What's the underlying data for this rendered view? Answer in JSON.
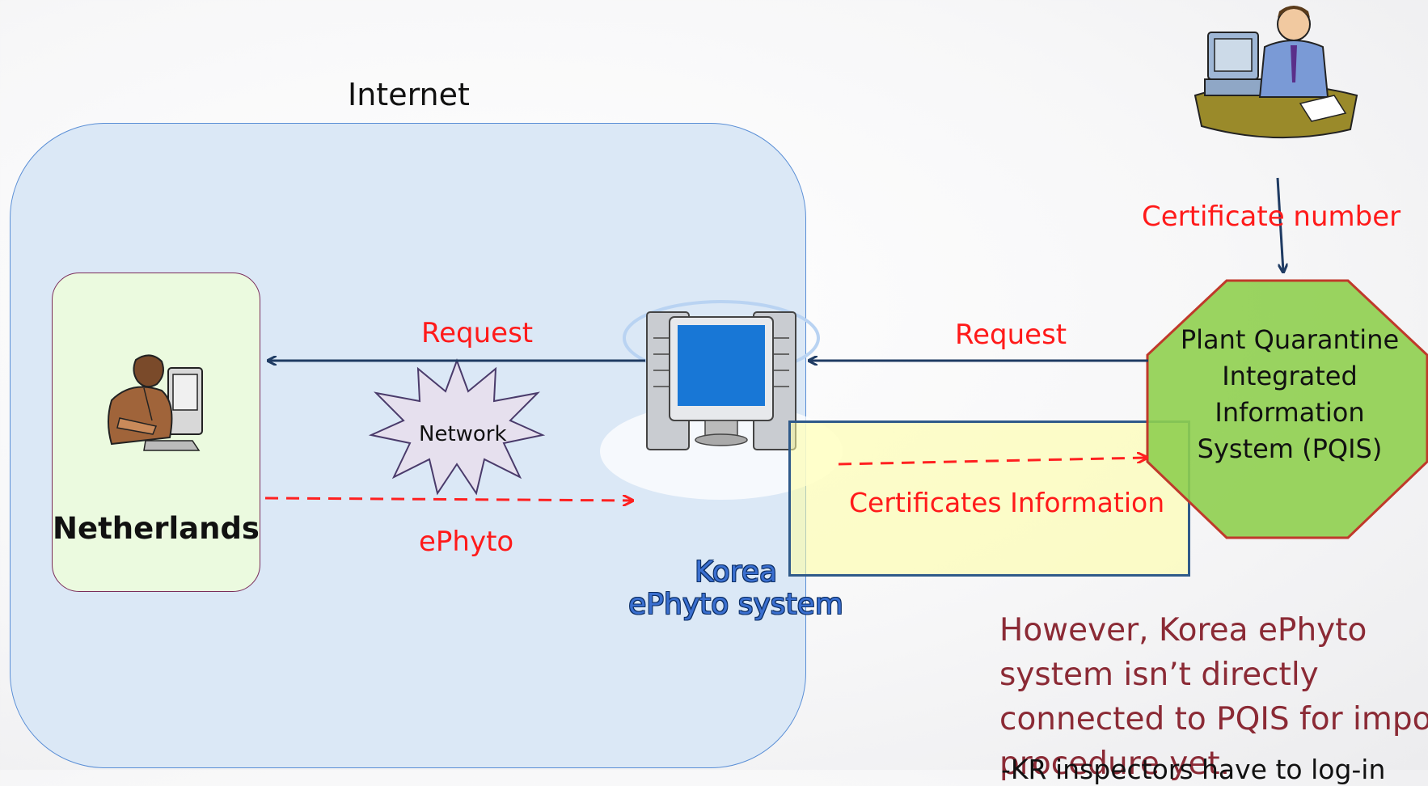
{
  "diagram": {
    "internet_label": "Internet",
    "netherlands_label": "Netherlands",
    "network_label": "Network",
    "korea_system_label": "Korea\nePhyto system",
    "pqis_label": "Plant Quarantine Integrated Information System (PQIS)",
    "request_left_label": "Request",
    "request_right_label": "Request",
    "ephyto_label": "ePhyto",
    "certificates_info_label": "Certificates Information",
    "certificate_number_label": "Certificate number",
    "note_text": "However, Korea ePhyto system isn’t directly connected to PQIS for import procedure yet.",
    "note_subtext": "-KR inspectors have to log-in"
  },
  "colors": {
    "arrow_solid": "#1f3b63",
    "arrow_dashed": "#ff2020",
    "internet_region_fill": "#dbe8f6",
    "netherlands_box_fill": "#ebfadf",
    "pqis_fill": "#8fcf4f",
    "pqis_border": "#c0392b",
    "network_fill": "#e6e0ee",
    "cert_box_fill": "#ffffa0",
    "note_color": "#8b2a35"
  },
  "icons": {
    "officer": "officer-at-desk-icon",
    "person": "person-at-computer-icon",
    "server": "server-computer-icon"
  }
}
